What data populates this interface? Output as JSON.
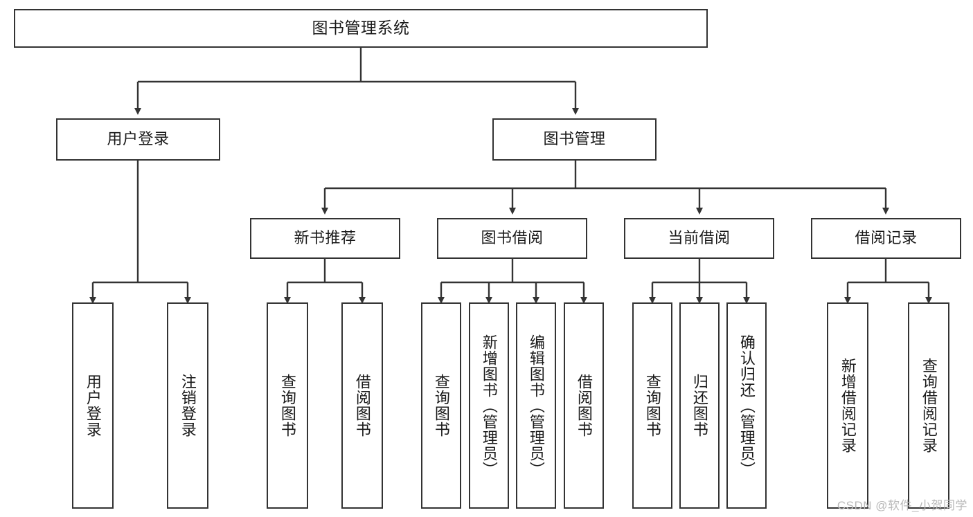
{
  "diagram": {
    "title": "图书管理系统",
    "type": "tree-hierarchy-chart",
    "root": {
      "label": "图书管理系统"
    },
    "level2": [
      {
        "id": "user-login",
        "label": "用户登录"
      },
      {
        "id": "book-management",
        "label": "图书管理"
      }
    ],
    "level3": [
      {
        "id": "new-book-recommend",
        "label": "新书推荐",
        "parent": "book-management"
      },
      {
        "id": "book-borrow",
        "label": "图书借阅",
        "parent": "book-management"
      },
      {
        "id": "current-borrow",
        "label": "当前借阅",
        "parent": "book-management"
      },
      {
        "id": "borrow-record",
        "label": "借阅记录",
        "parent": "book-management"
      }
    ],
    "leaves": {
      "user_login": [
        {
          "id": "leaf-user-login",
          "label": "用户登录"
        },
        {
          "id": "leaf-logout-login",
          "label": "注销登录"
        }
      ],
      "new_book_recommend": [
        {
          "id": "leaf-query-book-1",
          "label": "查询图书"
        },
        {
          "id": "leaf-borrow-book-1",
          "label": "借阅图书"
        }
      ],
      "book_borrow": [
        {
          "id": "leaf-query-book-2",
          "label": "查询图书"
        },
        {
          "id": "leaf-add-book",
          "label": "新增图书（管理员）"
        },
        {
          "id": "leaf-edit-book",
          "label": "编辑图书（管理员）"
        },
        {
          "id": "leaf-borrow-book-2",
          "label": "借阅图书"
        }
      ],
      "current_borrow": [
        {
          "id": "leaf-query-book-3",
          "label": "查询图书"
        },
        {
          "id": "leaf-return-book",
          "label": "归还图书"
        },
        {
          "id": "leaf-confirm-return",
          "label": "确认归还（管理员）"
        }
      ],
      "borrow_record": [
        {
          "id": "leaf-add-record",
          "label": "新增借阅记录"
        },
        {
          "id": "leaf-query-record",
          "label": "查询借阅记录"
        }
      ]
    },
    "watermark": "CSDN @软件_小贺同学",
    "colors": {
      "stroke": "#333333",
      "fill": "#ffffff",
      "text": "#1a1a1a",
      "watermark": "#b9b9b9"
    }
  }
}
